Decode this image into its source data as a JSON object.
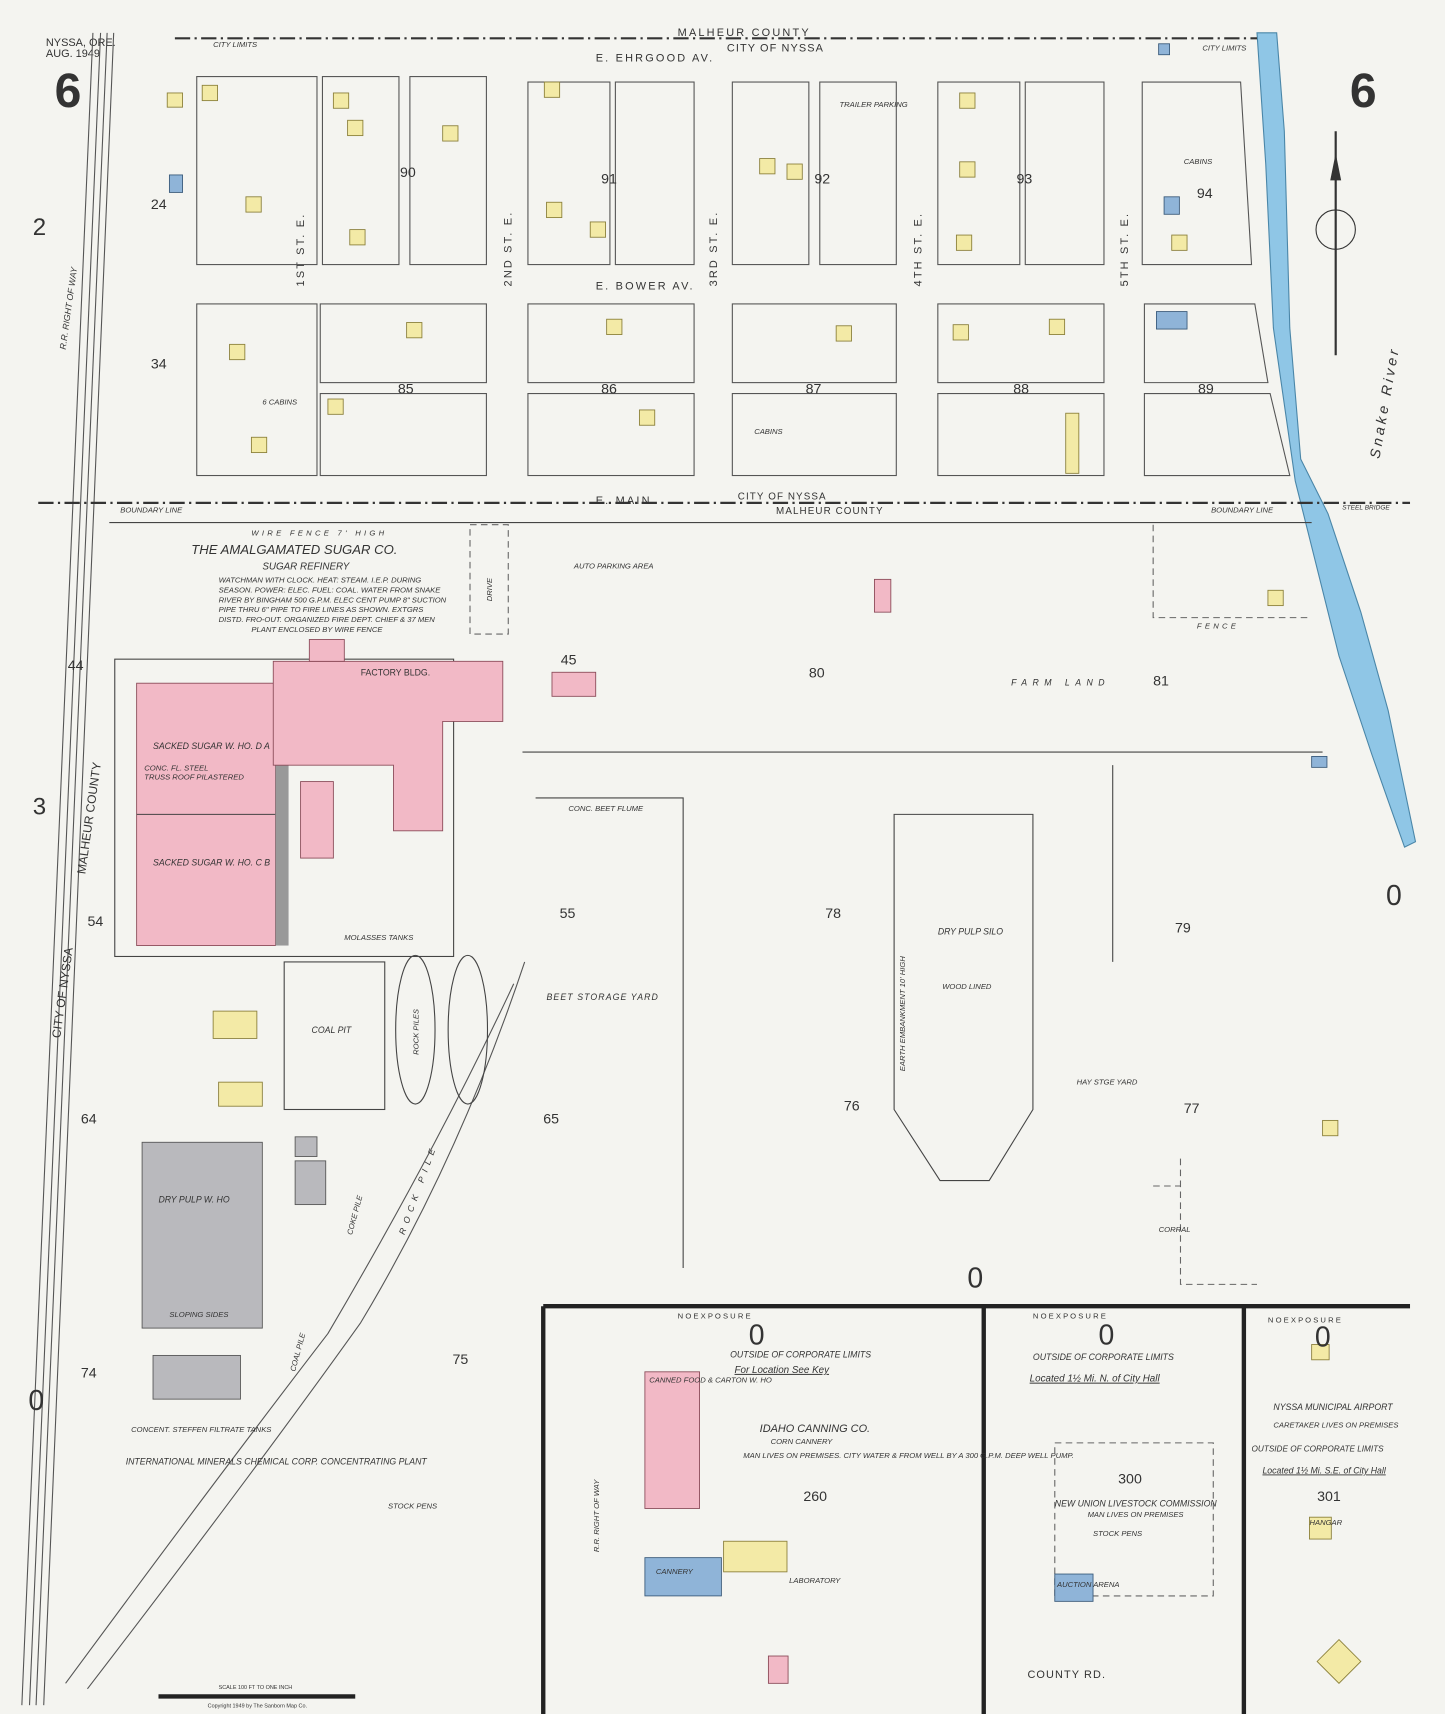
{
  "header": {
    "city": "NYSSA, ORE.",
    "date": "AUG. 1949",
    "sheet_left": "6",
    "sheet_right": "6"
  },
  "grid_refs": {
    "row2": "2",
    "row3": "3"
  },
  "boundary": {
    "county_top": "MALHEUR COUNTY",
    "city_top": "CITY OF NYSSA",
    "city_limits": "CITY LIMITS",
    "city_limits_right": "CITY LIMITS",
    "city_main": "CITY OF NYSSA",
    "county_main": "MALHEUR COUNTY",
    "boundary_line_left": "BOUNDARY LINE",
    "boundary_line_right": "BOUNDARY LINE",
    "wire_fence": "WIRE FENCE 7' HIGH",
    "city_left": "CITY OF NYSSA",
    "county_left": "MALHEUR COUNTY",
    "rr_row": "R.R. RIGHT OF WAY",
    "steel_bridge": "STEEL BRIDGE"
  },
  "streets": {
    "ehrgood": "E. EHRGOOD AV.",
    "bower": "E. BOWER AV.",
    "main": "E. MAIN",
    "first": "1ST ST. E.",
    "second": "2ND ST. E.",
    "third": "3RD ST. E.",
    "fourth": "4TH ST. E.",
    "fifth": "5TH ST. E.",
    "river": "Snake River",
    "county_rd": "COUNTY RD."
  },
  "blocks": {
    "b24": "24",
    "b90": "90",
    "b91": "91",
    "b92": "92",
    "b93": "93",
    "b94": "94",
    "b34": "34",
    "b85": "85",
    "b86": "86",
    "b87": "87",
    "b88": "88",
    "b89": "89",
    "b44": "44",
    "b45": "45",
    "b80": "80",
    "b81": "81",
    "b54": "54",
    "b55": "55",
    "b78": "78",
    "b79": "79",
    "b64": "64",
    "b65": "65",
    "b76": "76",
    "b77": "77",
    "b74": "74",
    "b75": "75",
    "b260": "260",
    "b300": "300",
    "b301": "301"
  },
  "labels": {
    "trailer_parking": "TRAILER PARKING",
    "cabins_94": "CABINS",
    "cabins_85": "6 CABINS",
    "cabins_87": "CABINS",
    "auto_parking": "AUTO PARKING AREA",
    "farm_land": "FARM LAND",
    "fence": "FENCE",
    "drive": "DRIVE",
    "beet_storage": "BEET STORAGE YARD",
    "conc_beet_flume": "CONC. BEET FLUME",
    "dry_pulp_silo": "DRY PULP SILO",
    "wood_lined": "WOOD LINED",
    "earth_embankment": "EARTH EMBANKMENT 10' HIGH",
    "hay_stge_yard": "HAY STGE YARD",
    "corral": "CORRAL",
    "coal_pit": "COAL PIT",
    "rock_piles": "ROCK PILES",
    "rock_pile": "ROCK PILE",
    "coke_pile": "COKE PILE",
    "coal_pile": "COAL PILE",
    "molasses_tanks": "MOLASSES TANKS",
    "stock_pens": "STOCK PENS",
    "scale": "SCALE 100 FT TO ONE INCH",
    "copyright": "Copyright 1949 by The Sanborn Map Co."
  },
  "sugar": {
    "title": "THE AMALGAMATED SUGAR CO.",
    "subtitle": "SUGAR REFINERY",
    "notes": [
      "WATCHMAN WITH CLOCK. HEAT: STEAM. I.E.P. DURING",
      "SEASON. POWER: ELEC. FUEL: COAL. WATER FROM SNAKE",
      "RIVER BY BINGHAM 500 G.P.M. ELEC CENT PUMP 8\" SUCTION",
      "PIPE THRU 6\" PIPE TO FIRE LINES AS SHOWN. EXTGRS",
      "DISTD. FRO-OUT. ORGANIZED FIRE DEPT. CHIEF & 37 MEN",
      "PLANT ENCLOSED BY WIRE FENCE"
    ],
    "factory": "FACTORY BLDG.",
    "wh_d": "SACKED SUGAR W. HO. D  A",
    "wh_c": "SACKED SUGAR W. HO. C  B",
    "wh_note": "CONC. FL. STEEL TRUSS ROOF PILASTERED",
    "dry_pulp": "DRY PULP W. HO",
    "sloping_sides": "SLOPING SIDES",
    "minerals": "INTERNATIONAL MINERALS CHEMICAL CORP. CONCENTRATING PLANT",
    "steffen": "CONCENT. STEFFEN FILTRATE TANKS"
  },
  "panel_canning": {
    "no_exposure": "N O   E X P O S U R E",
    "outside": "OUTSIDE OF CORPORATE LIMITS",
    "location": "For Location See Key",
    "title": "IDAHO CANNING CO.",
    "subtitle": "CORN CANNERY",
    "notes": "MAN LIVES ON PREMISES. CITY WATER & FROM WELL BY A 300 G.P.M. DEEP WELL PUMP.",
    "warehouse": "CANNED FOOD & CARTON W. HO",
    "cannery": "CANNERY",
    "laboratory": "LABORATORY",
    "row": "R.R. RIGHT OF WAY"
  },
  "panel_livestock": {
    "no_exposure": "N O   E X P O S U R E",
    "outside": "OUTSIDE OF CORPORATE LIMITS",
    "location": "Located 1½ Mi. N. of City Hall",
    "title": "NEW UNION LIVESTOCK COMMISSION",
    "note": "MAN LIVES ON PREMISES",
    "pens": "STOCK PENS",
    "auction": "AUCTION ARENA"
  },
  "panel_airport": {
    "no_exposure": "N O   E X P O S U R E",
    "title": "NYSSA MUNICIPAL AIRPORT",
    "note": "CARETAKER LIVES ON PREMISES",
    "outside": "OUTSIDE OF CORPORATE LIMITS",
    "location": "Located 1½ Mi. S.E. of City Hall",
    "hangar": "HANGAR"
  },
  "colors": {
    "dwelling": "#f3eaa6",
    "brick": "#f2b9c6",
    "concrete": "#8fb4d8",
    "iron": "#b9b9bd",
    "river": "#8fc6e6"
  },
  "building_code": "D"
}
